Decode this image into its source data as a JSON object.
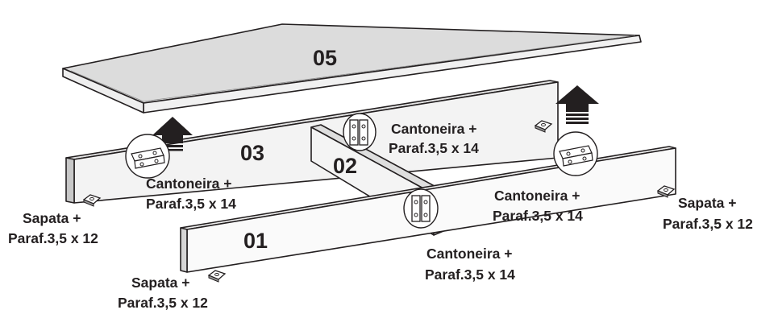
{
  "parts": {
    "p05": "05",
    "p03": "03",
    "p02": "02",
    "p01": "01"
  },
  "callouts": {
    "cant_top": {
      "l1": "Cantoneira +",
      "l2": "Paraf.3,5 x 14"
    },
    "cant_left": {
      "l1": "Cantoneira +",
      "l2": "Paraf.3,5 x 14"
    },
    "cant_mid": {
      "l1": "Cantoneira +",
      "l2": "Paraf.3,5 x 14"
    },
    "cant_bottom": {
      "l1": "Cantoneira +",
      "l2": "Paraf.3,5 x 14"
    },
    "sap_left": {
      "l1": "Sapata +",
      "l2": "Paraf.3,5 x 12"
    },
    "sap_right": {
      "l1": "Sapata +",
      "l2": "Paraf.3,5 x 12"
    },
    "sap_bottom": {
      "l1": "Sapata +",
      "l2": "Paraf.3,5 x 12"
    }
  },
  "icons": [
    "arrow-up-icon",
    "corner-bracket-icon",
    "foot-pad-icon",
    "detail-circle-icon"
  ],
  "colors": {
    "ink": "#231f20",
    "panel_top": "#dcdcdc",
    "panel_face": "#f3f3f3",
    "panel_light": "#fafafa"
  }
}
